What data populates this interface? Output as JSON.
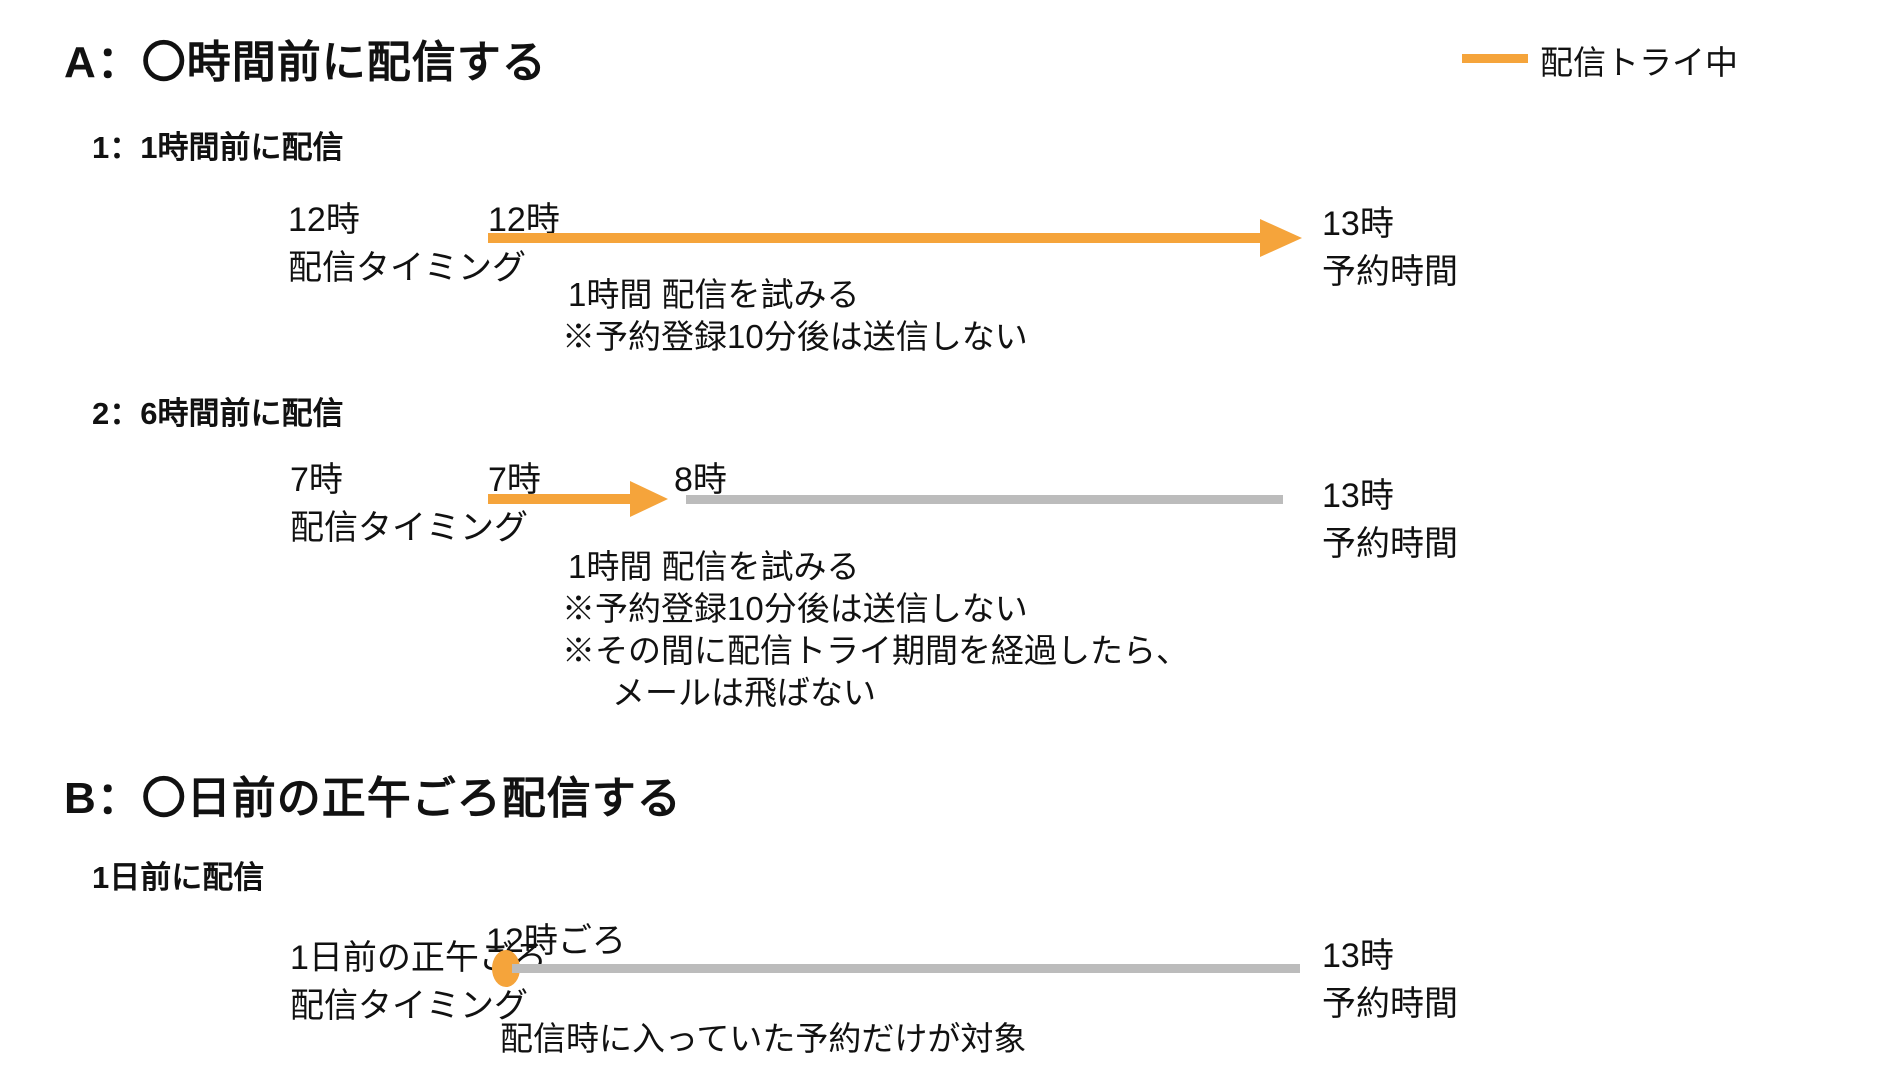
{
  "colors": {
    "accent": "#F5A43B",
    "track": "#BCBCBC",
    "text": "#111111"
  },
  "legend": {
    "label": "配信トライ中"
  },
  "section_a": {
    "title": "A：〇時間前に配信する",
    "case1": {
      "heading": "1：1時間前に配信",
      "start_time": "12時",
      "start_label": "配信タイミング",
      "try_start_time": "12時",
      "end_time": "13時",
      "end_label": "予約時間",
      "notes": [
        "1時間 配信を試みる",
        "※予約登録10分後は送信しない"
      ]
    },
    "case2": {
      "heading": "2：6時間前に配信",
      "start_time": "7時",
      "start_label": "配信タイミング",
      "try_start_time": "7時",
      "try_end_time": "8時",
      "end_time": "13時",
      "end_label": "予約時間",
      "notes": [
        "1時間 配信を試みる",
        "※予約登録10分後は送信しない",
        "※その間に配信トライ期間を経過したら、",
        "メールは飛ばない"
      ]
    }
  },
  "section_b": {
    "title": "B：〇日前の正午ごろ配信する",
    "case1": {
      "heading": "1日前に配信",
      "start_label_line1": "1日前の正午ごろ",
      "start_label_line2": "配信タイミング",
      "delivery_time": "12時ごろ",
      "end_time": "13時",
      "end_label": "予約時間",
      "note": "配信時に入っていた予約だけが対象"
    }
  }
}
